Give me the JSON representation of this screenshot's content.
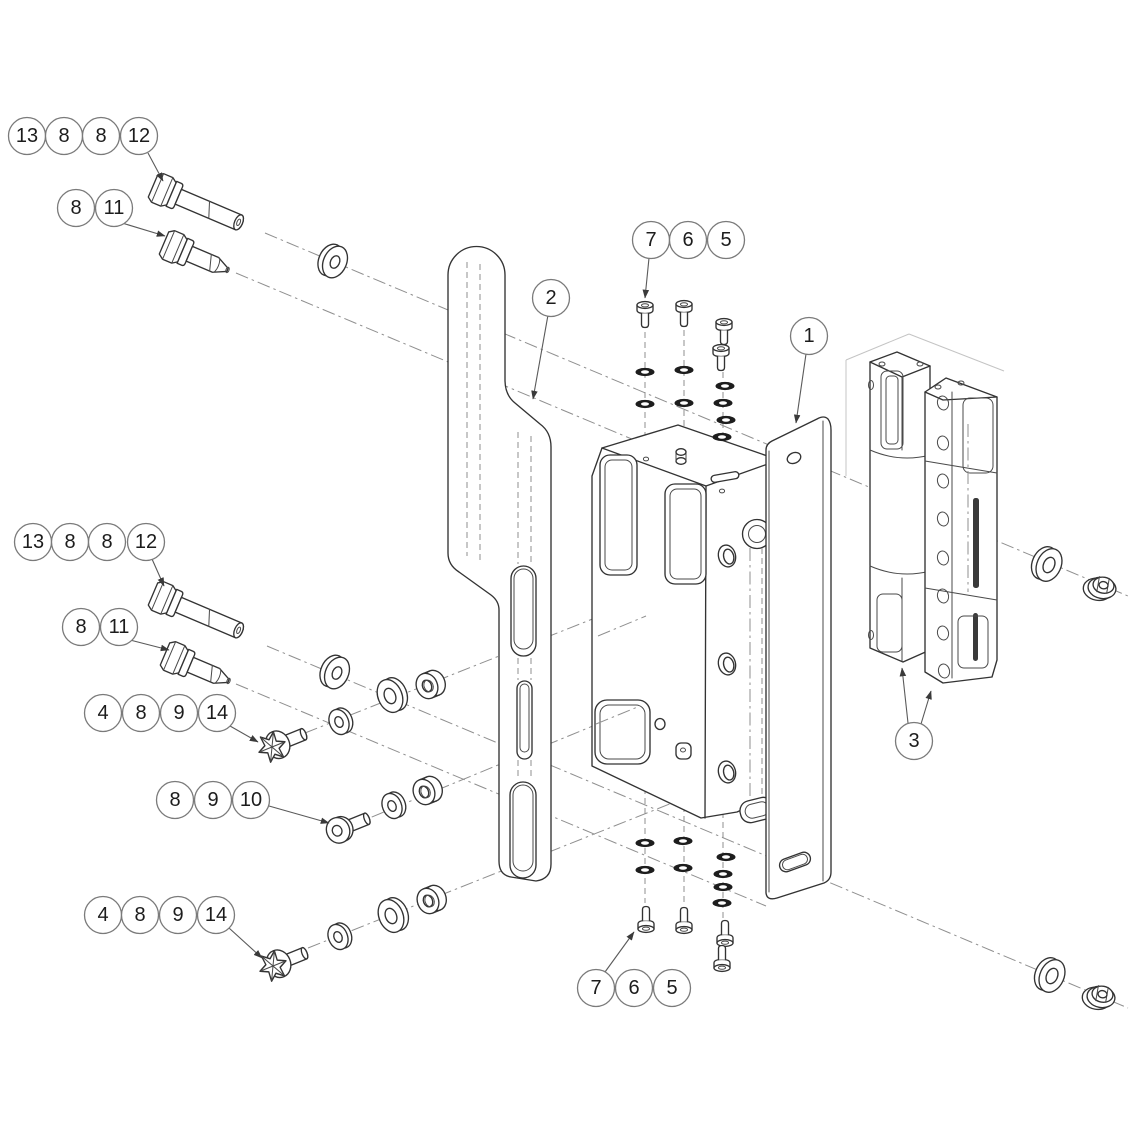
{
  "diagram": {
    "kind": "exploded-parts-assembly-diagram",
    "visible_part_numbers": [
      "1",
      "2",
      "3",
      "4",
      "5",
      "6",
      "7",
      "8",
      "9",
      "10",
      "11",
      "12",
      "13",
      "14"
    ]
  },
  "colors": {
    "bg": "#ffffff",
    "line": "#333333",
    "line2": "#4a4a4a",
    "axis": "#8f8f8f",
    "balloon": "#7a7a7a",
    "ink": "#1c1c1c"
  },
  "callouts": [
    {
      "id": "top-bolt-row-13",
      "label": "13"
    },
    {
      "id": "top-bolt-row-8a",
      "label": "8"
    },
    {
      "id": "top-bolt-row-8b",
      "label": "8"
    },
    {
      "id": "top-bolt-row-12",
      "label": "12"
    },
    {
      "id": "top-bolt2-row-8",
      "label": "8"
    },
    {
      "id": "top-bolt2-row-11",
      "label": "11"
    },
    {
      "id": "mid-bolt-row-13",
      "label": "13"
    },
    {
      "id": "mid-bolt-row-8a",
      "label": "8"
    },
    {
      "id": "mid-bolt-row-8b",
      "label": "8"
    },
    {
      "id": "mid-bolt-row-12",
      "label": "12"
    },
    {
      "id": "mid-bolt2-row-8",
      "label": "8"
    },
    {
      "id": "mid-bolt2-row-11",
      "label": "11"
    },
    {
      "id": "mid-torx-row-4",
      "label": "4"
    },
    {
      "id": "mid-torx-row-8",
      "label": "8"
    },
    {
      "id": "mid-torx-row-9",
      "label": "9"
    },
    {
      "id": "mid-torx-row-14",
      "label": "14"
    },
    {
      "id": "button-row-8",
      "label": "8"
    },
    {
      "id": "button-row-9",
      "label": "9"
    },
    {
      "id": "button-row-10",
      "label": "10"
    },
    {
      "id": "bot-torx-row-4",
      "label": "4"
    },
    {
      "id": "bot-torx-row-8",
      "label": "8"
    },
    {
      "id": "bot-torx-row-9",
      "label": "9"
    },
    {
      "id": "bot-torx-row-14",
      "label": "14"
    },
    {
      "id": "top-screws-7",
      "label": "7"
    },
    {
      "id": "top-screws-6",
      "label": "6"
    },
    {
      "id": "top-screws-5",
      "label": "5"
    },
    {
      "id": "bracket-strap",
      "label": "2"
    },
    {
      "id": "mounting-plate",
      "label": "1"
    },
    {
      "id": "latch-assembly",
      "label": "3"
    },
    {
      "id": "bot-screws-7",
      "label": "7"
    },
    {
      "id": "bot-screws-6",
      "label": "6"
    },
    {
      "id": "bot-screws-5",
      "label": "5"
    }
  ]
}
